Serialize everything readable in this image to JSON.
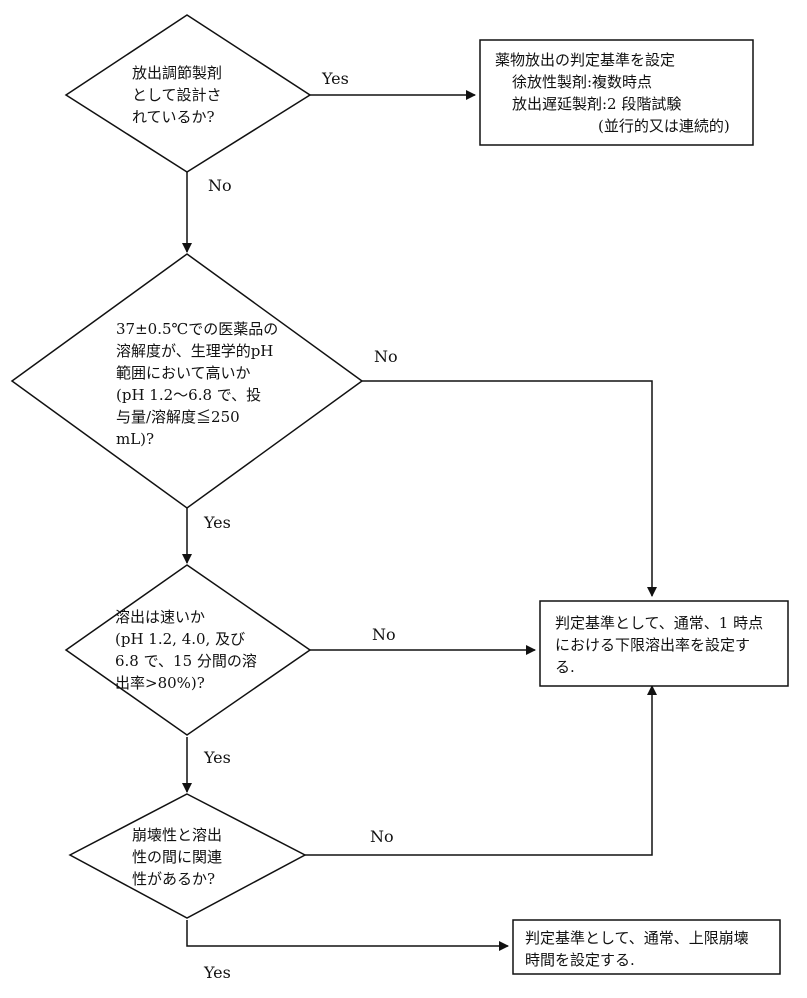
{
  "decisions": {
    "d1": {
      "lines": [
        "放出調節製剤",
        "として設計さ",
        "れているか?"
      ]
    },
    "d2": {
      "lines": [
        "37±0.5℃での医薬品の",
        "溶解度が、生理学的pH",
        "範囲において高いか",
        "(pH 1.2〜6.8 で、投",
        "与量/溶解度≦250",
        "mL)?"
      ]
    },
    "d3": {
      "lines": [
        "溶出は速いか",
        "(pH 1.2, 4.0, 及び",
        "6.8 で、15 分間の溶",
        "出率>80%)?"
      ]
    },
    "d4": {
      "lines": [
        "崩壊性と溶出",
        "性の間に関連",
        "性があるか?"
      ]
    }
  },
  "results": {
    "r1": {
      "lines": [
        "薬物放出の判定基準を設定",
        "徐放性製剤:複数時点",
        "放出遅延製剤:2 段階試験",
        "(並行的又は連続的)"
      ]
    },
    "r2": {
      "lines": [
        "判定基準として、通常、1 時点",
        "における下限溶出率を設定す",
        "る."
      ]
    },
    "r3": {
      "lines": [
        "判定基準として、通常、上限崩壊",
        "時間を設定する."
      ]
    }
  },
  "labels": {
    "d1_yes": "Yes",
    "d1_no": "No",
    "d2_no": "No",
    "d2_yes": "Yes",
    "d3_no": "No",
    "d3_yes": "Yes",
    "d4_no": "No",
    "d4_yes": "Yes"
  }
}
